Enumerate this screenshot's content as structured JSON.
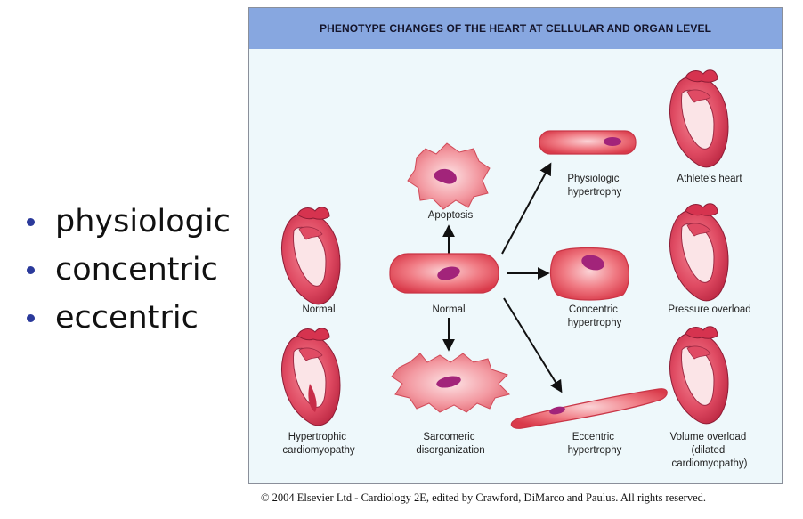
{
  "bullets": [
    "physiologic",
    "concentric",
    "eccentric"
  ],
  "figure": {
    "title": "PHENOTYPE CHANGES OF THE HEART AT CELLULAR AND ORGAN LEVEL",
    "labels": {
      "normal_heart": "Normal",
      "hypertrophic_cardiomyopathy": [
        "Hypertrophic",
        "cardiomyopathy"
      ],
      "apoptosis": "Apoptosis",
      "normal_cell": "Normal",
      "sarcomeric_disorganization": [
        "Sarcomeric",
        "disorganization"
      ],
      "physiologic_hypertrophy": [
        "Physiologic",
        "hypertrophy"
      ],
      "concentric_hypertrophy": [
        "Concentric",
        "hypertrophy"
      ],
      "eccentric_hypertrophy": [
        "Eccentric",
        "hypertrophy"
      ],
      "athletes_heart": "Athlete's heart",
      "pressure_overload": "Pressure overload",
      "volume_overload": [
        "Volume overload",
        "(dilated",
        "cardiomyopathy)"
      ]
    },
    "colors": {
      "header": "#87a7e0",
      "background": "#eef8fb",
      "cell": "#e8505c",
      "nucleus": "#a2247a",
      "heart": "#d8374f"
    }
  },
  "copyright": "© 2004 Elsevier Ltd - Cardiology 2E, edited by Crawford, DiMarco and Paulus. All rights reserved."
}
